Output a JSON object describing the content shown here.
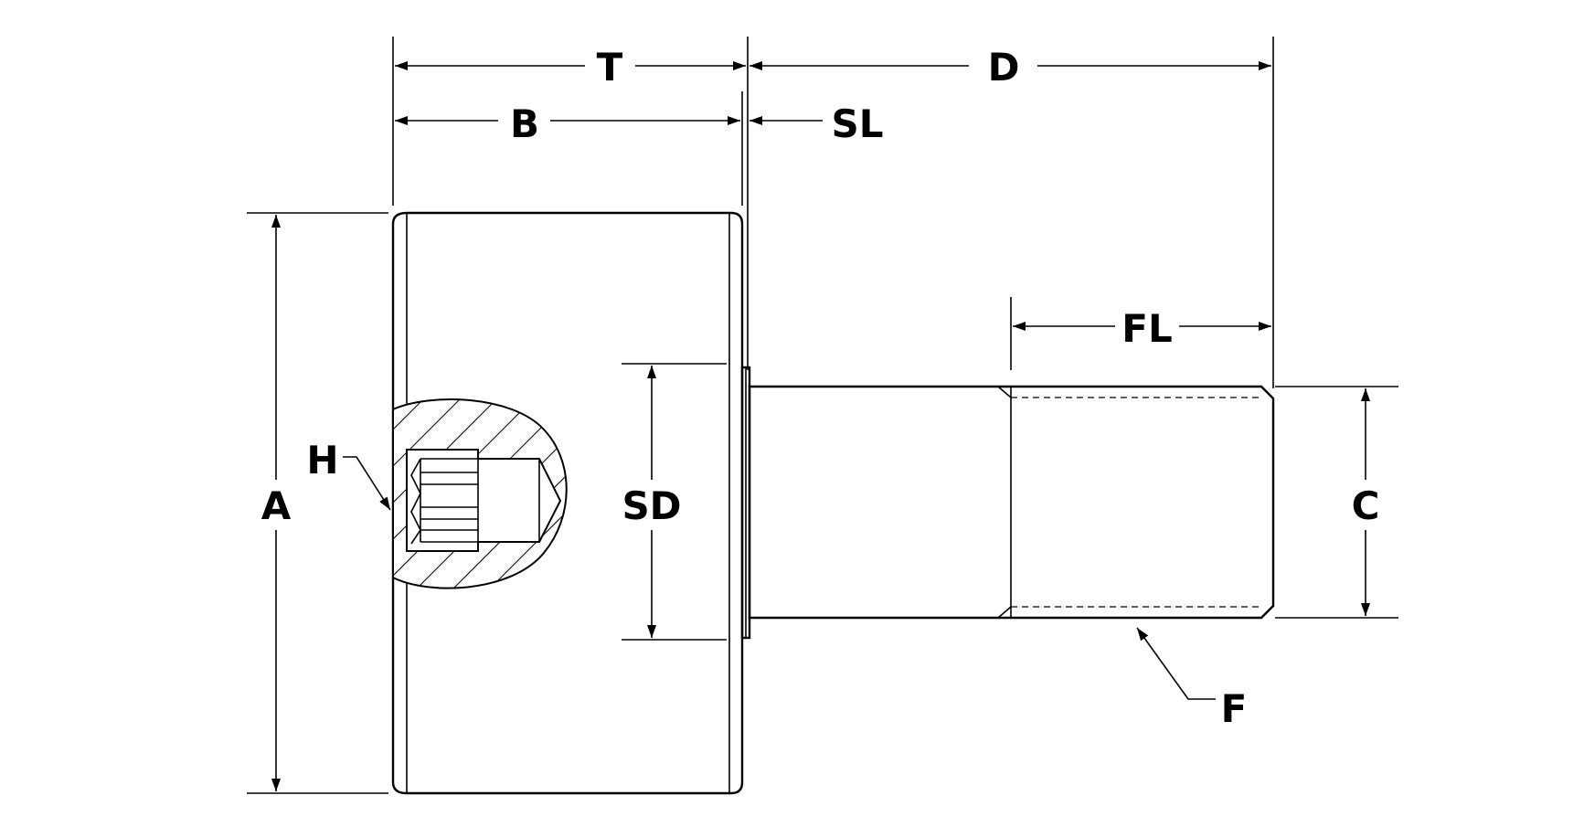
{
  "dimensions": {
    "T": "T",
    "D": "D",
    "B": "B",
    "SL": "SL",
    "A": "A",
    "SD": "SD",
    "FL": "FL",
    "C": "C",
    "H": "H",
    "F": "F"
  }
}
